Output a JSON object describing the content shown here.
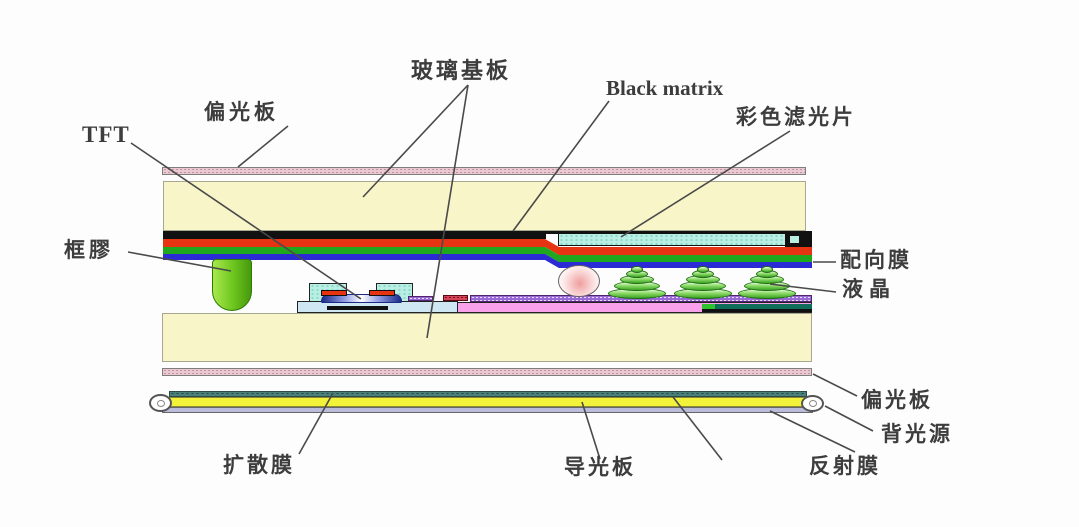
{
  "figure": {
    "type": "lcd-panel-cross-section-diagram",
    "labels": {
      "glass_substrate": "玻璃基板",
      "black_matrix": "Black matrix",
      "polarizer_top": "偏光板",
      "tft": "TFT",
      "color_filter": "彩色滤光片",
      "sealant": "框膠",
      "alignment_film": "配向膜",
      "liquid_crystal": "液晶",
      "polarizer_bottom": "偏光板",
      "backlight_source": "背光源",
      "diffuser_film": "扩散膜",
      "light_guide_plate": "导光板",
      "reflector_film": "反射膜"
    },
    "colors": {
      "glass": "#f8f6c8",
      "black_matrix_layer": "#111111",
      "red_layer": "#e63312",
      "green_layer": "#1fa81f",
      "blue_layer": "#2b2bd6",
      "color_filter_fill": "#b9eee3",
      "polarizer_fill": "#ecc9d2",
      "sealant_green": "#6cc41e",
      "tft_base_plate": "#cfe7f3",
      "lc_pink_layer": "#f9a1ea",
      "ito_purple_strip": "#9a6ad4",
      "light_guide_yellow": "#f2f23a",
      "reflector_lavender": "#bbbbdc",
      "diffuser_teal": "#4a7f7a",
      "spacer_ball_pink": "#f0a0a0"
    }
  }
}
